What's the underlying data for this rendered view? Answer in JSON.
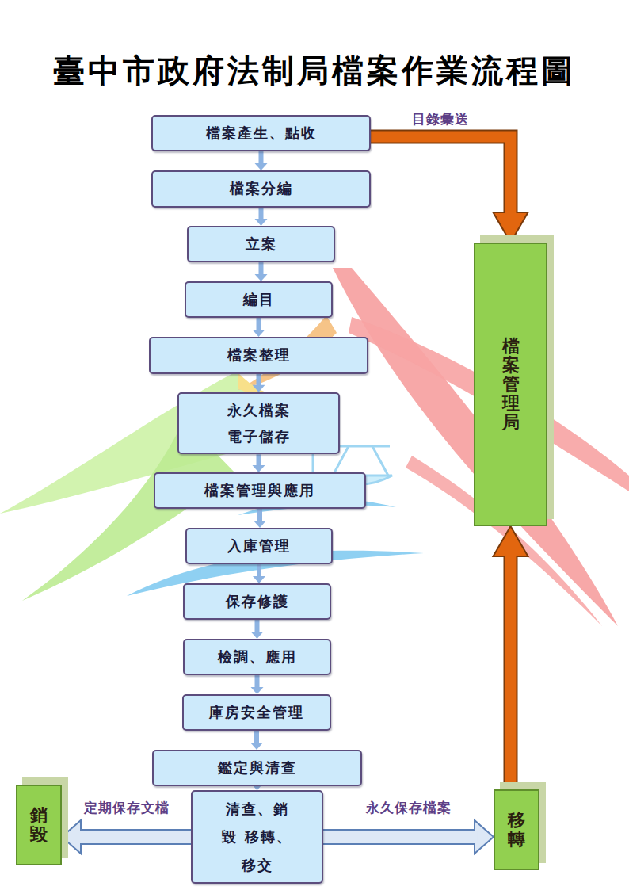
{
  "diagram": {
    "title": "臺中市政府法制局檔案作業流程圖",
    "nodes": [
      {
        "text": [
          "檔案產生、點收"
        ]
      },
      {
        "text": [
          "檔案分編"
        ]
      },
      {
        "text": [
          "立案"
        ]
      },
      {
        "text": [
          "編目"
        ]
      },
      {
        "text": [
          "檔案整理"
        ]
      },
      {
        "text": [
          "永久檔案 電子儲存"
        ]
      },
      {
        "text": [
          "檔案管理與應用"
        ]
      },
      {
        "text": [
          "入庫管理"
        ]
      },
      {
        "text": [
          "保存修護"
        ]
      },
      {
        "text": [
          "檢調、應用"
        ]
      },
      {
        "text": [
          "庫房安全管理"
        ]
      },
      {
        "text": [
          "鑑定與清查"
        ]
      },
      {
        "text": [
          "清查、銷毀 移轉、移交"
        ]
      },
      {
        "text": [
          "檔案管理局"
        ]
      },
      {
        "text": [
          "銷毀"
        ]
      },
      {
        "text": [
          "移轉"
        ]
      }
    ],
    "edges": [
      {
        "from": 0,
        "to": 1,
        "arrow": "to"
      },
      {
        "from": 1,
        "to": 2,
        "arrow": "to"
      },
      {
        "from": 2,
        "to": 3,
        "arrow": "to"
      },
      {
        "from": 3,
        "to": 4,
        "arrow": "to"
      },
      {
        "from": 4,
        "to": 5,
        "arrow": "to"
      },
      {
        "from": 5,
        "to": 6,
        "arrow": "to"
      },
      {
        "from": 6,
        "to": 7,
        "arrow": "to"
      },
      {
        "from": 7,
        "to": 8,
        "arrow": "to"
      },
      {
        "from": 8,
        "to": 9,
        "arrow": "to"
      },
      {
        "from": 9,
        "to": 10,
        "arrow": "to"
      },
      {
        "from": 10,
        "to": 11,
        "arrow": "to"
      },
      {
        "from": 11,
        "to": 12,
        "arrow": "to"
      },
      {
        "from": 0,
        "to": 13,
        "label": "目錄彙送",
        "arrow": "to"
      },
      {
        "from": 12,
        "to": 14,
        "label": "定期保存文檔",
        "arrow": "to"
      },
      {
        "from": 12,
        "to": 15,
        "label": "永久保存檔案",
        "arrow": "to"
      },
      {
        "from": 15,
        "to": 13,
        "arrow": "to"
      }
    ]
  }
}
